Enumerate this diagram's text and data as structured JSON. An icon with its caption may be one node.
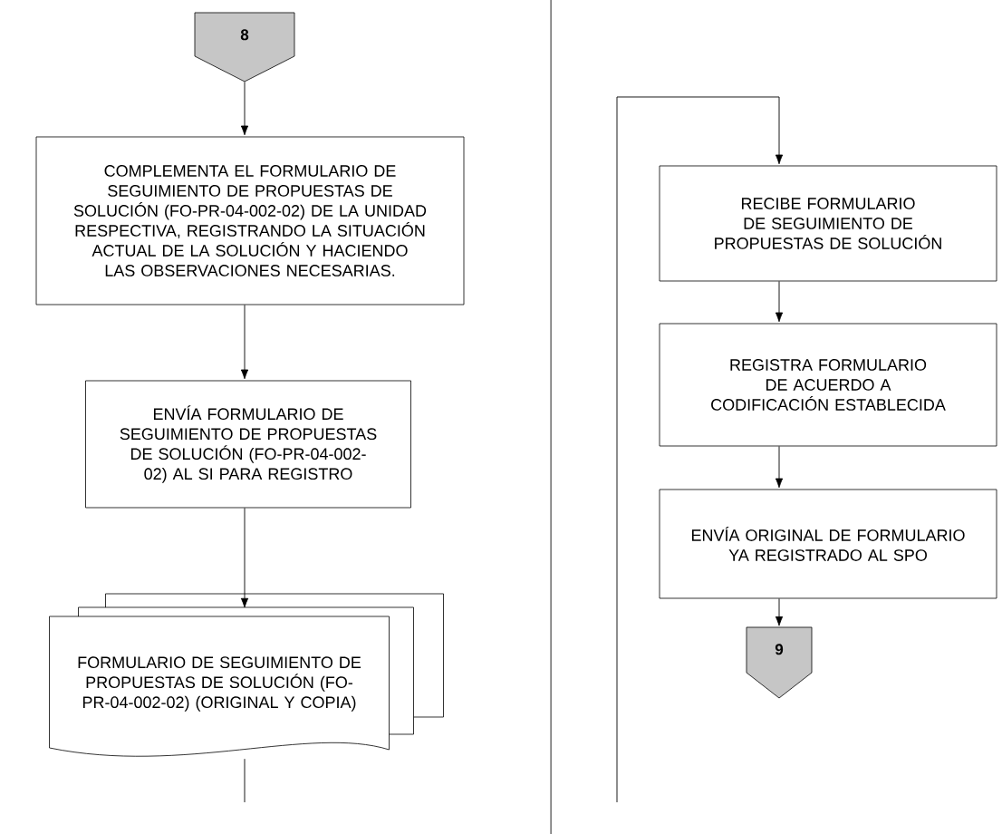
{
  "diagram": {
    "nodes": [
      {
        "text": [
          "8"
        ]
      },
      {
        "text": [
          "COMPLEMENTA EL FORMULARIO DE SEGUIMIENTO DE PROPUESTAS DE SOLUCIÓN (FO-PR-04-002-02) DE LA UNIDAD RESPECTIVA, REGISTRANDO LA SITUACIÓN ACTUAL DE LA SOLUCIÓN Y HACIENDO LAS OBSERVACIONES NECESARIAS."
        ]
      },
      {
        "text": [
          "ENVÍA FORMULARIO DE SEGUIMIENTO DE PROPUESTAS DE SOLUCIÓN (FO-PR-04-002-02) AL SI PARA REGISTRO"
        ]
      },
      {
        "text": [
          "FORMULARIO DE SEGUIMIENTO DE PROPUESTAS DE SOLUCIÓN (FO-PR-04-002-02) (ORIGINAL Y COPIA)"
        ]
      },
      {
        "text": [
          "RECIBE FORMULARIO DE SEGUIMIENTO DE PROPUESTAS DE SOLUCIÓN"
        ]
      },
      {
        "text": [
          "REGISTRA FORMULARIO DE ACUERDO A CODIFICACIÓN ESTABLECIDA"
        ]
      },
      {
        "text": [
          "ENVÍA ORIGINAL DE FORMULARIO YA REGISTRADO AL SPO"
        ]
      },
      {
        "text": [
          "9"
        ]
      }
    ],
    "edges": [
      {
        "from": 0,
        "to": 1,
        "arrow": "to"
      },
      {
        "from": 1,
        "to": 2,
        "arrow": "to"
      },
      {
        "from": 2,
        "to": 3,
        "arrow": "to"
      },
      {
        "from": 3,
        "to": null,
        "arrow": "none"
      },
      {
        "from": null,
        "to": 4,
        "arrow": "to"
      },
      {
        "from": 4,
        "to": 5,
        "arrow": "to"
      },
      {
        "from": 5,
        "to": 6,
        "arrow": "to"
      },
      {
        "from": 6,
        "to": 7,
        "arrow": "to"
      }
    ]
  }
}
